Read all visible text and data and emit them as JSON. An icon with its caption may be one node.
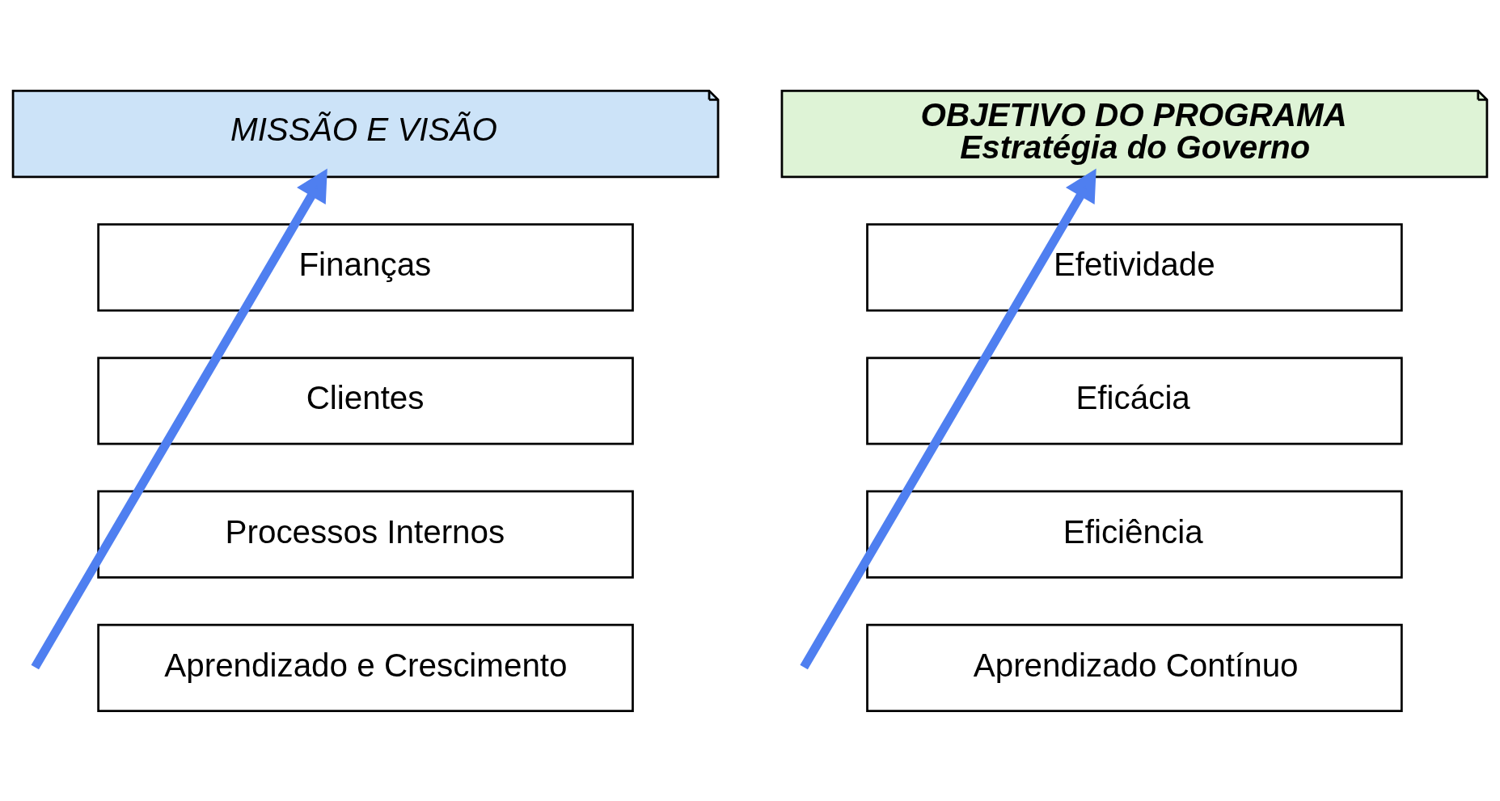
{
  "diagram": {
    "nodes": [
      {
        "text": [
          "MISSÃO E VISÃO"
        ]
      },
      {
        "text": [
          "OBJETIVO DO PROGRAMA",
          "Estratégia do Governo"
        ]
      },
      {
        "text": [
          "Finanças"
        ]
      },
      {
        "text": [
          "Clientes"
        ]
      },
      {
        "text": [
          "Processos Internos"
        ]
      },
      {
        "text": [
          "Aprendizado e Crescimento"
        ]
      },
      {
        "text": [
          "Efetividade"
        ]
      },
      {
        "text": [
          "Eficácia"
        ]
      },
      {
        "text": [
          "Eficiência"
        ]
      },
      {
        "text": [
          "Aprendizado Contínuo"
        ]
      }
    ],
    "edges": [
      {
        "from": null,
        "to": 0,
        "arrow": "to"
      },
      {
        "from": null,
        "to": 1,
        "arrow": "to"
      }
    ]
  }
}
